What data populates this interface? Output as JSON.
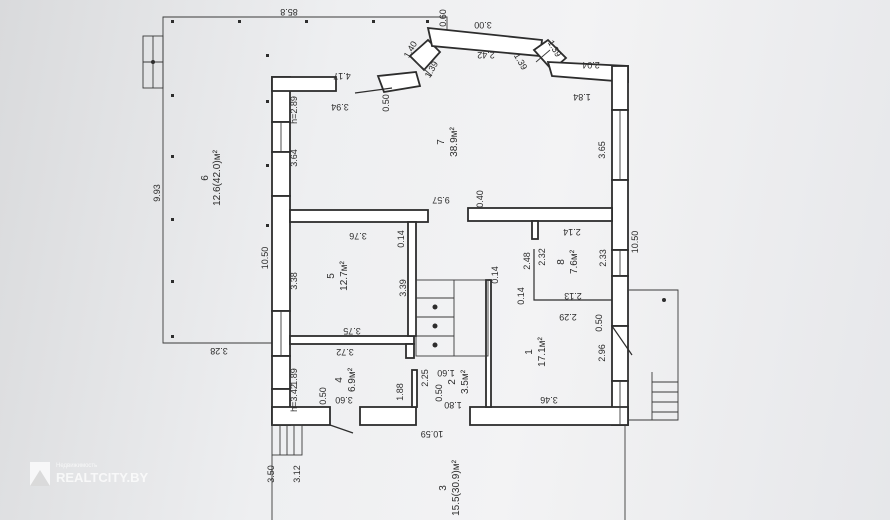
{
  "plan": {
    "rooms": [
      {
        "id": "1",
        "num": "1",
        "area": "17.1м²"
      },
      {
        "id": "2",
        "num": "2",
        "area": "3.5м²"
      },
      {
        "id": "3",
        "num": "3",
        "area": "15.5(30.9)м²"
      },
      {
        "id": "4",
        "num": "4",
        "area": "6.9м²"
      },
      {
        "id": "5",
        "num": "5",
        "area": "12.7м²"
      },
      {
        "id": "6",
        "num": "6",
        "area": "12.6(42.0)м²"
      },
      {
        "id": "7",
        "num": "7",
        "area": "38.9м²"
      },
      {
        "id": "8",
        "num": "8",
        "area": "7.6м²"
      }
    ],
    "dims": {
      "d858": "85.8",
      "d060": "0.60",
      "d300": "3.00",
      "d140": "1.40",
      "d139a": "1.39",
      "d242": "2.42",
      "d139b": "1.39",
      "d139c": "1.39",
      "d204": "2.04",
      "d184": "1.84",
      "d417": "4.17",
      "d394": "3.94",
      "d050a": "0.50",
      "d289": "h=2.89",
      "d364": "3.64",
      "d365": "3.65",
      "d993": "9.93",
      "d957": "9.57",
      "d040": "0.40",
      "d376": "3.76",
      "d014a": "0.14",
      "d214": "2.14",
      "d1050a": "10.50",
      "d1050b": "10.50",
      "d338": "3.38",
      "d339": "3.39",
      "d014b": "0.14",
      "d248": "2.48",
      "d232": "2.32",
      "d233": "2.33",
      "d014c": "0.14",
      "d213": "2.13",
      "d229": "2.29",
      "d050b": "0.50",
      "d375": "3.75",
      "d328": "3.28",
      "d372": "3.72",
      "d189": "1.89",
      "d342": "h=3.42",
      "d050c": "0.50",
      "d360": "3.60",
      "d188": "1.88",
      "d225": "2.25",
      "d050d": "0.50",
      "d180": "1.80",
      "d160": "1.60",
      "d296": "2.96",
      "d346": "3.46",
      "d1059": "10.59",
      "d350": "3.50",
      "d312": "3.12"
    }
  },
  "watermark": {
    "text": "REALTCITY.BY",
    "small": "Недвижимость"
  }
}
